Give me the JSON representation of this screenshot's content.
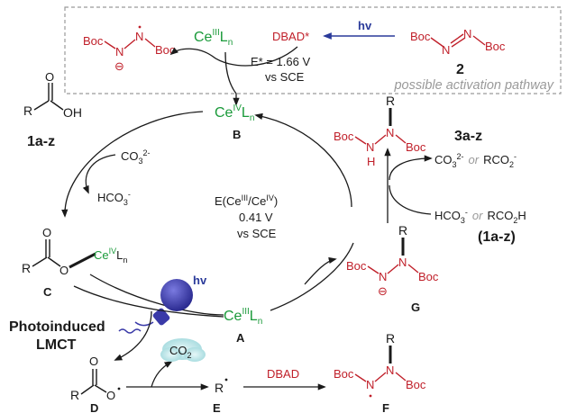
{
  "activation_box": {
    "caption": "possible activation pathway",
    "dbad_star": "DBAD*",
    "hv": "hv",
    "e_star": "E* = 1.66 V",
    "vs_sce": "vs SCE",
    "ce3_top": "Ce",
    "ce3_top_sup": "III",
    "ce3_top_sub": "L",
    "ce3_top_n": "n",
    "boc": "Boc",
    "compound2_label": "2",
    "minus": "⊖"
  },
  "cycle": {
    "B_label": "B",
    "A_label": "A",
    "ce4": "Ce",
    "ce4_sup": "IV",
    "L": "L",
    "n": "n",
    "ce3_sup": "III",
    "potential_line1": "E(Ce",
    "potential_sup1": "III",
    "potential_slash": "/Ce",
    "potential_sup2": "IV",
    "potential_close": ")",
    "potential_line2": "0.41 V",
    "potential_line3": "vs SCE",
    "hv": "hv"
  },
  "acid": {
    "R": "R",
    "O": "O",
    "OH": "OH",
    "label": "1a-z",
    "co3": "CO",
    "co3_sub": "3",
    "co3_sup": "2-",
    "hco3": "HCO",
    "hco3_sub": "3",
    "hco3_sup": "-"
  },
  "intermediate_C": {
    "R": "R",
    "O_top": "O",
    "O_link": "O",
    "ce": "Ce",
    "ce_sup": "IV",
    "L": "L",
    "n": "n",
    "label": "C"
  },
  "photo": {
    "line1": "Photoinduced",
    "line2": "LMCT"
  },
  "radical_D": {
    "R": "R",
    "O_top": "O",
    "O_rad": "O",
    "label": "D"
  },
  "radical_E": {
    "R": "R",
    "label": "E",
    "co2": "CO",
    "co2_sub": "2",
    "dbad": "DBAD"
  },
  "radical_F": {
    "R": "R",
    "boc": "Boc",
    "N": "N",
    "label": "F"
  },
  "anion_G": {
    "R": "R",
    "boc": "Boc",
    "N": "N",
    "minus": "⊖",
    "label": "G"
  },
  "product": {
    "R": "R",
    "boc": "Boc",
    "N": "N",
    "H": "H",
    "label": "3a-z",
    "co3": "CO",
    "co3_sub": "3",
    "co3_sup": "2-",
    "or": "or",
    "rco2": "RCO",
    "rco2_sub": "2",
    "rco2_sup": "-",
    "hco3": "HCO",
    "hco3_sub": "3",
    "hco3_sup": "-",
    "rco2h": "RCO",
    "rco2h_sub": "2",
    "rco2h_h": "H",
    "acid_ref": "(1a-z)"
  },
  "colors": {
    "red": "#c0202a",
    "green": "#1a9a3a",
    "blue": "#2a3a9a",
    "grey": "#9a9a9a",
    "bulb": "#3a3aa8"
  }
}
